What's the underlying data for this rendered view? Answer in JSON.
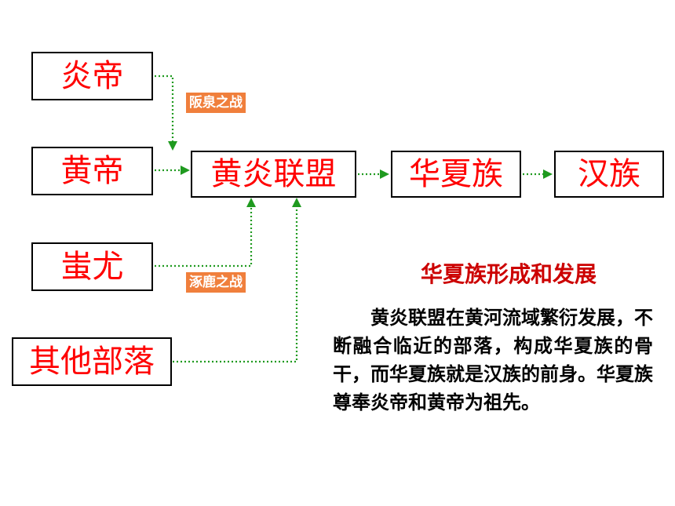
{
  "nodes": {
    "yandi": "炎帝",
    "huangdi": "黄帝",
    "chiyou": "蚩尤",
    "others": "其他部落",
    "alliance": "黄炎联盟",
    "huaxia": "华夏族",
    "han": "汉族"
  },
  "battles": {
    "banquan": "阪泉之战",
    "zhuolu": "涿鹿之战"
  },
  "info": {
    "title": "华夏族形成和发展",
    "text": "黄炎联盟在黄河流域繁衍发展，不断融合临近的部落，构成华夏族的骨干，而华夏族就是汉族的前身。华夏族尊奉炎帝和黄帝为祖先。"
  },
  "colors": {
    "node_text": "#ff0000",
    "title_text": "#cc0000",
    "connector": "#1f9a1f",
    "battle_tag": "#f07f3c"
  }
}
